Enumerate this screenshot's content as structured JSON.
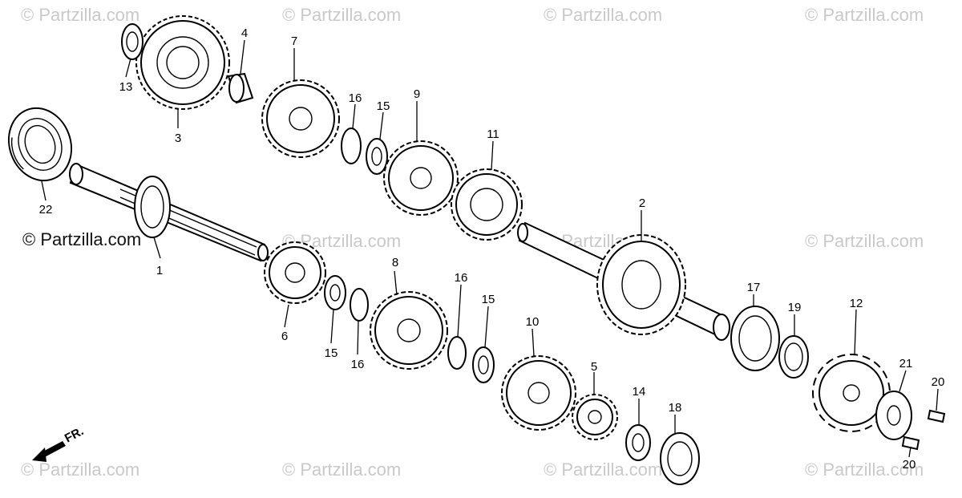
{
  "watermark": "© Partzilla.com",
  "direction_label": "FR.",
  "callouts": [
    "1",
    "2",
    "3",
    "4",
    "5",
    "6",
    "7",
    "8",
    "9",
    "10",
    "11",
    "12",
    "13",
    "14",
    "15",
    "15",
    "15",
    "16",
    "16",
    "16",
    "17",
    "18",
    "19",
    "20",
    "20",
    "21",
    "22"
  ]
}
